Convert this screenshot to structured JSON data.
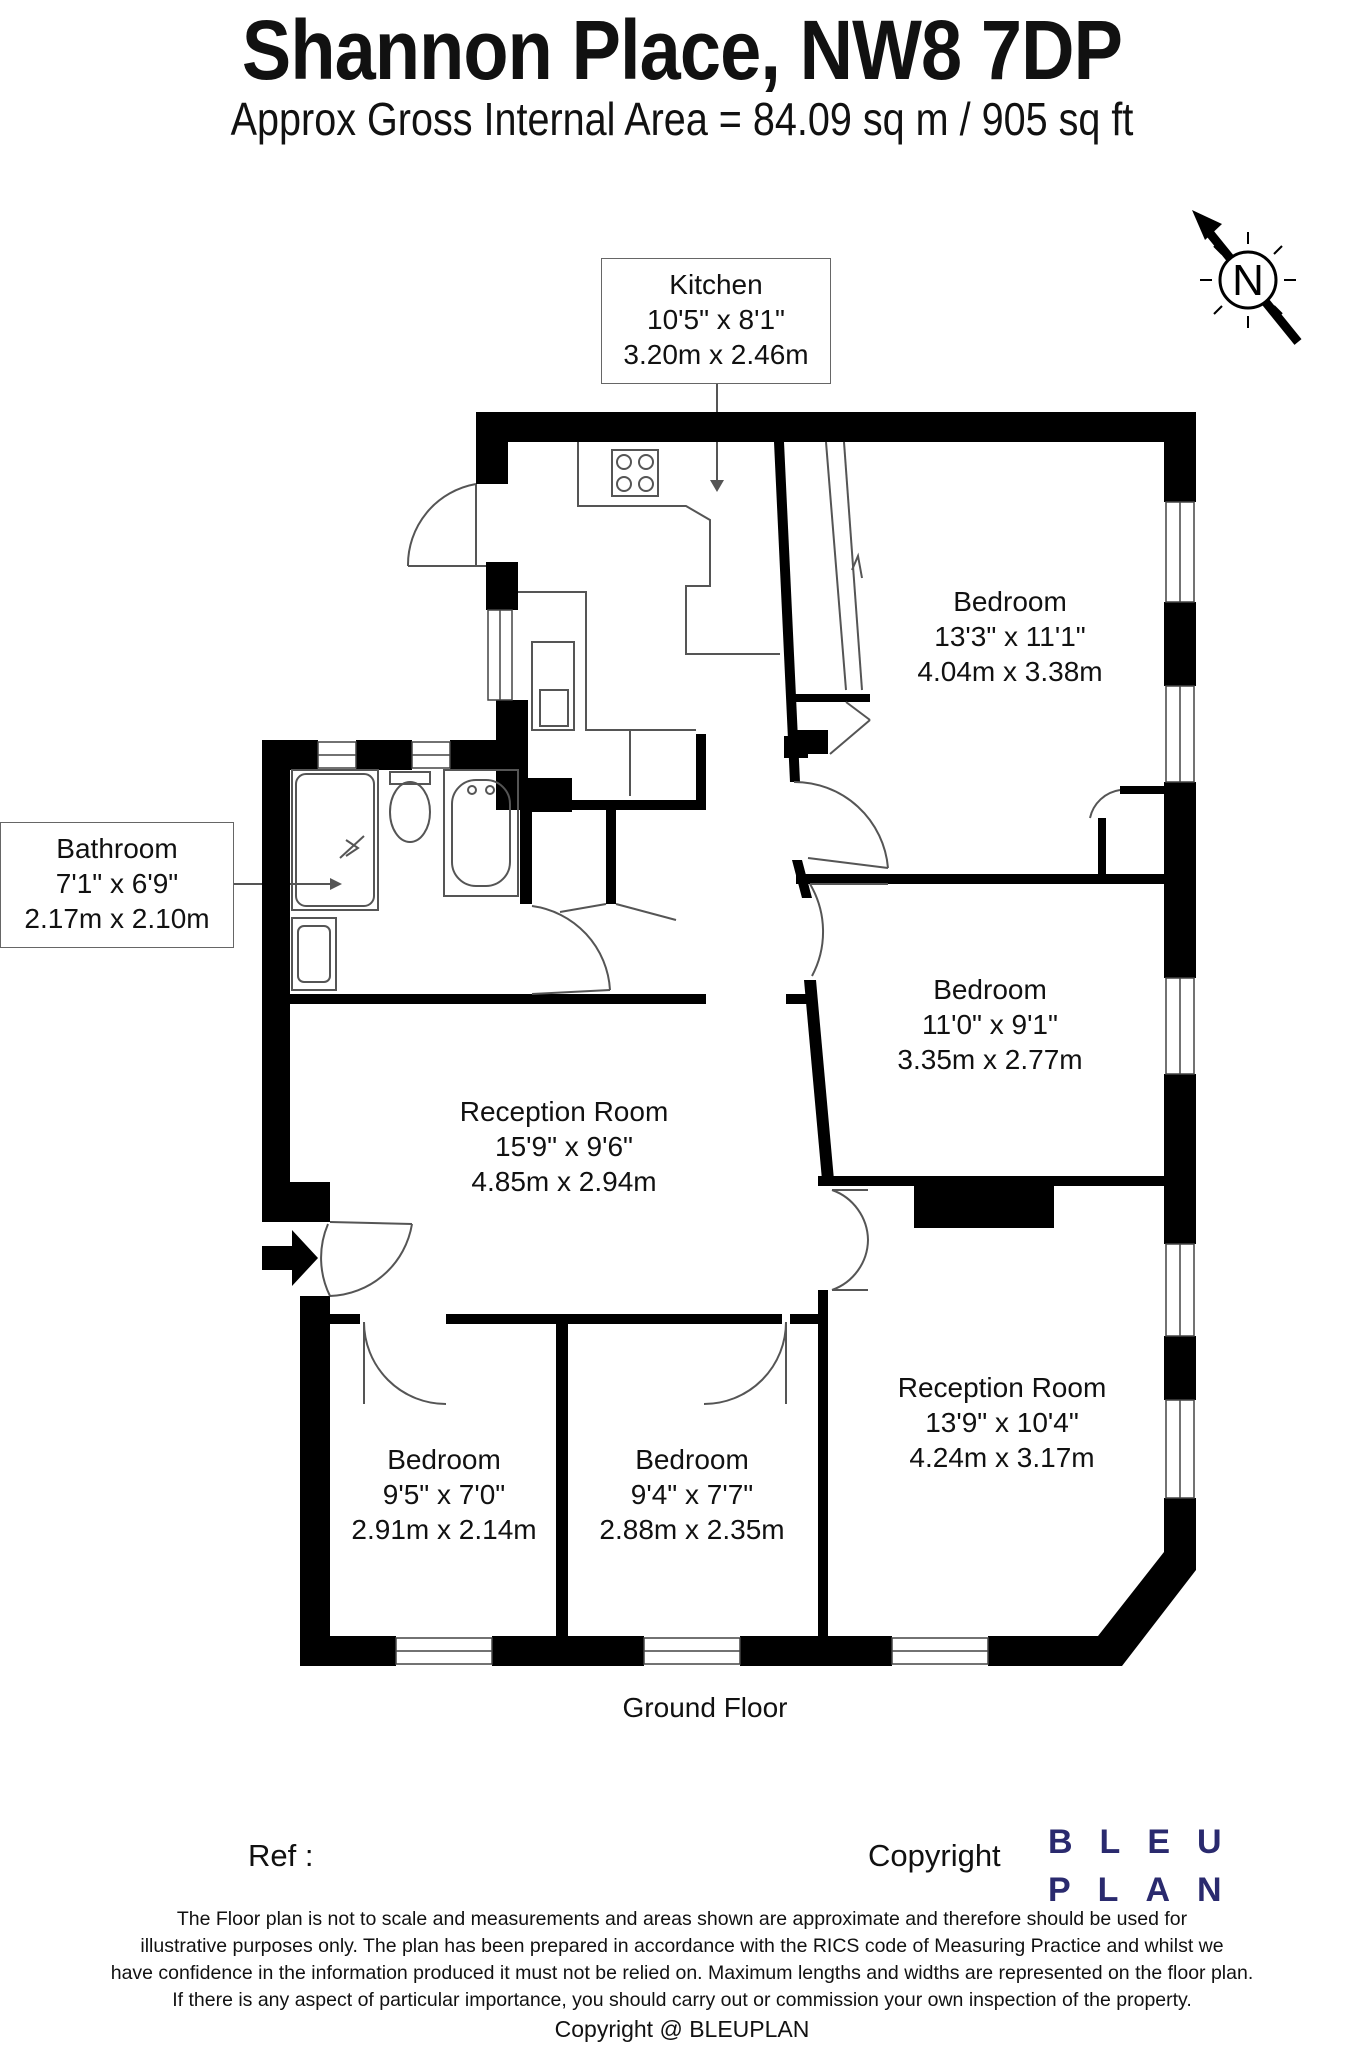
{
  "header": {
    "title": "Shannon Place, NW8 7DP",
    "subtitle": "Approx Gross Internal Area = 84.09 sq m / 905 sq ft"
  },
  "compass": {
    "letter": "N",
    "icon": "north-compass-icon"
  },
  "rooms": [
    {
      "id": "kitchen",
      "name": "Kitchen",
      "imperial": "10'5\" x 8'1\"",
      "metric": "3.20m x 2.46m"
    },
    {
      "id": "bedroom-1",
      "name": "Bedroom",
      "imperial": "13'3\" x 11'1\"",
      "metric": "4.04m x 3.38m"
    },
    {
      "id": "bathroom",
      "name": "Bathroom",
      "imperial": "7'1\" x 6'9\"",
      "metric": "2.17m x 2.10m"
    },
    {
      "id": "bedroom-2",
      "name": "Bedroom",
      "imperial": "11'0\" x 9'1\"",
      "metric": "3.35m x 2.77m"
    },
    {
      "id": "reception-1",
      "name": "Reception Room",
      "imperial": "15'9\" x 9'6\"",
      "metric": "4.85m x 2.94m"
    },
    {
      "id": "reception-2",
      "name": "Reception Room",
      "imperial": "13'9\" x 10'4\"",
      "metric": "4.24m x 3.17m"
    },
    {
      "id": "bedroom-3",
      "name": "Bedroom",
      "imperial": "9'5\" x 7'0\"",
      "metric": "2.91m x 2.14m"
    },
    {
      "id": "bedroom-4",
      "name": "Bedroom",
      "imperial": "9'4\" x 7'7\"",
      "metric": "2.88m x 2.35m"
    }
  ],
  "floor_label": "Ground Floor",
  "footer": {
    "ref_label": "Ref  :",
    "copyright_label": "Copyright",
    "logo_line1": "BLEU",
    "logo_line2": "PLAN",
    "disclaimer": [
      "The Floor plan is not to scale and measurements and areas shown are approximate and therefore should be used for",
      "illustrative purposes only. The plan has been prepared in accordance with the RICS code of Measuring Practice and whilst we",
      "have confidence in the information produced it must not be relied on. Maximum lengths and widths are represented on the floor plan.",
      "If there is any aspect of particular importance, you should carry out or commission your own inspection of the property."
    ],
    "copyright_text": "Copyright @ BLEUPLAN"
  },
  "colors": {
    "wall": "#000000",
    "line": "#555555",
    "logo": "#2a2a6e"
  }
}
